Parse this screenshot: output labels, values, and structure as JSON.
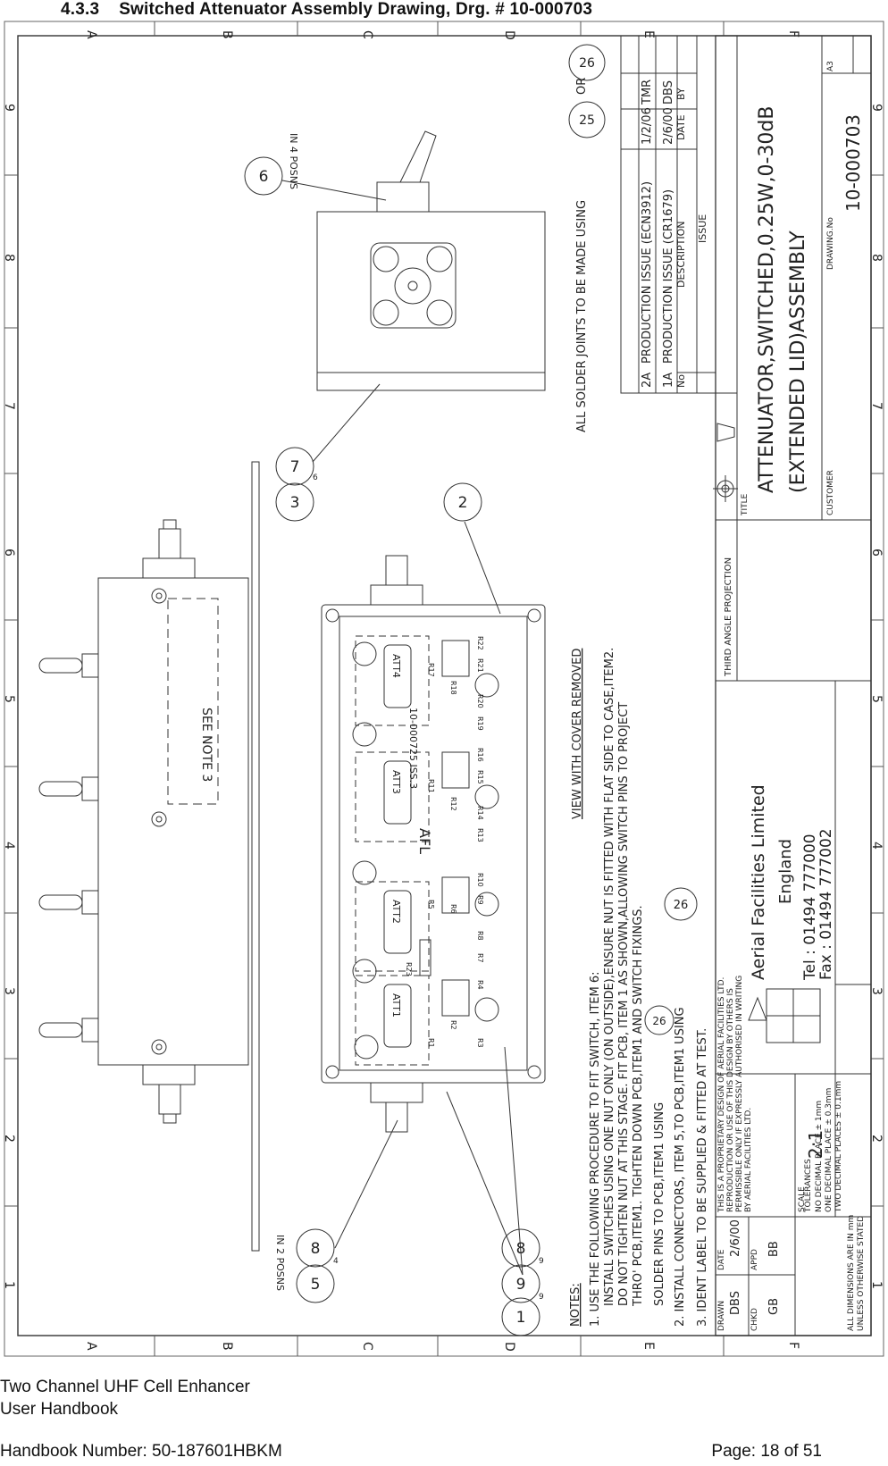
{
  "page": {
    "section_number": "4.3.3",
    "section_title": "Switched Attenuator Assembly Drawing, Drg. # 10-000703"
  },
  "drawing": {
    "border_zone_letters": [
      "A",
      "B",
      "C",
      "D",
      "E",
      "F"
    ],
    "border_zone_numbers": [
      "1",
      "2",
      "3",
      "4",
      "5",
      "6",
      "7",
      "8",
      "9"
    ],
    "see_note": "SEE NOTE 3",
    "in_4_posns": "IN 4 POSNS",
    "in_2_posns": "IN 2 POSNS",
    "solder_note": "ALL SOLDER JOINTS TO BE MADE USING",
    "solder_or": "OR",
    "view_label": "VIEW WITH COVER REMOVED",
    "pcb_label": "10-000725 ISS.3",
    "afl_mark": "AFL",
    "att_labels": [
      "ATT1",
      "ATT2",
      "ATT3",
      "ATT4"
    ],
    "resistor_labels": [
      "R1",
      "R2",
      "R3",
      "R4",
      "R5",
      "R6",
      "R7",
      "R8",
      "R9",
      "R10",
      "R11",
      "R12",
      "R13",
      "R14",
      "R15",
      "R16",
      "R17",
      "R18",
      "R19",
      "R20",
      "R21",
      "R22",
      "R23"
    ],
    "balloons": {
      "b1": "1",
      "b2": "2",
      "b3": "3",
      "b5": "5",
      "b6": "6",
      "b7": "7",
      "b8a": "8",
      "b8b": "8",
      "b9": "9",
      "b25": "25",
      "b26a": "26",
      "b26b": "26",
      "b26c": "26"
    },
    "qty_marks": {
      "q_b8a": "9",
      "q_b9": "9",
      "q_b8b": "4",
      "q_b7": "6"
    },
    "notes": {
      "heading": "NOTES:",
      "n1_a": "1. USE THE FOLLOWING PROCEDURE TO FIT SWITCH, ITEM 6:",
      "n1_b": "INSTALL SWITCHES USING ONE NUT ONLY (ON OUTSIDE),ENSURE NUT IS FITTED WITH FLAT SIDE TO CASE,ITEM2.",
      "n1_c": "DO NOT TIGHTEN NUT AT THIS STAGE. FIT PCB, ITEM 1 AS SHOWN,ALLOWING SWITCH PINS TO PROJECT",
      "n1_d": "THRO' PCB,ITEM1. TIGHTEN DOWN PCB,ITEM1 AND SWITCH FIXINGS.",
      "n1_e": "SOLDER PINS TO PCB,ITEM1 USING",
      "n2": "2. INSTALL CONNECTORS, ITEM 5,TO PCB,ITEM1 USING",
      "n3": "3. IDENT LABEL TO BE SUPPLIED & FITTED AT TEST."
    },
    "revisions": {
      "rows": [
        {
          "no": "2A",
          "description": "PRODUCTION ISSUE (ECN3912)",
          "date": "1/2/06",
          "by": "TMR"
        },
        {
          "no": "1A",
          "description": "PRODUCTION ISSUE (CR1679)",
          "date": "2/6/00",
          "by": "DBS"
        }
      ],
      "col_no": "No",
      "col_desc": "DESCRIPTION",
      "col_date": "DATE",
      "col_by": "BY",
      "issue": "ISSUE"
    },
    "title_block": {
      "projection": "THIRD ANGLE PROJECTION",
      "title_label": "TITLE",
      "title_line1": "ATTENUATOR,SWITCHED,0.25W,0-30dB",
      "title_line2": "(EXTENDED LID)ASSEMBLY",
      "customer_label": "CUSTOMER",
      "drawing_no_label": "DRAWING.No",
      "drawing_no": "10-000703",
      "sheet_size": "A3",
      "company": "Aerial Facilities Limited",
      "country": "England",
      "tel": "Tel : 01494 777000",
      "fax": "Fax : 01494 777002",
      "proprietary_1": "THIS IS A PROPRIETARY DESIGN OF AERIAL FACILITIES LTD.",
      "proprietary_2": "REPRODUCTION OR USE OF THIS DESIGN BY OTHERS IS",
      "proprietary_3": "PERMISSIBLE ONLY IF EXPRESSLY AUTHORISED IN WRITING",
      "proprietary_4": "BY AERIAL FACILITIES LTD.",
      "scale_label": "SCALE",
      "scale": "2:1",
      "tolerances_label": "TOLERANCES",
      "tol_1": "NO DECIMAL PLACE ± 1mm",
      "tol_2": "ONE DECIMAL PLACE ± 0.3mm",
      "tol_3": "TWO DECIMAL PLACES ± 0.1mm",
      "drawn_label": "DRAWN",
      "drawn": "DBS",
      "date_label": "DATE",
      "date": "2/6/00",
      "chkd_label": "CHKD",
      "chkd": "GB",
      "appd_label": "APPD",
      "appd": "BB",
      "dims_1": "ALL DIMENSIONS ARE IN mm",
      "dims_2": "UNLESS OTHERWISE STATED"
    }
  },
  "footer": {
    "product": "Two Channel UHF Cell Enhancer",
    "document": "User Handbook",
    "handbook_number": "Handbook Number: 50-187601HBKM",
    "page": "Page: 18 of 51"
  }
}
